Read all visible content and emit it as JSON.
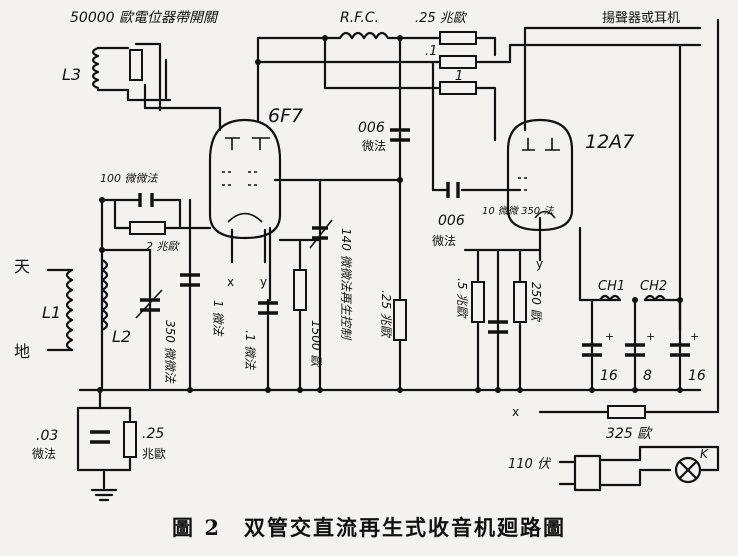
{
  "figure": {
    "caption": "圖 2　双管交直流再生式收音机廻路圖"
  },
  "labels": {
    "pot": "50000 歐電位器帶開關",
    "l3": "L3",
    "rfc": "R.F.C.",
    "r25_top": ".25 兆歐",
    "r_point1": ".1",
    "r_one": "1",
    "tube1": "6F7",
    "tube2": "12A7",
    "speaker": "揚聲器或耳机",
    "c100": "100 微微法",
    "r2m": "2 兆歐",
    "c006a_val": "006",
    "c006a_unit": "微法",
    "c006b_val": "006",
    "c006b_unit": "微法",
    "c10_350": "10 微微 350 法",
    "ant": "天",
    "gnd": "地",
    "l1": "L1",
    "l2": "L2",
    "c350": "350 微微法",
    "c1uf": "1 微法",
    "c01uf": ".1 微法",
    "r1500": "1500 歐",
    "c140": "140 微微法再生控制",
    "r25_mid": ".25 兆歐",
    "r5m": ".5 兆歐",
    "r250": "250 歐",
    "ch1": "CH1",
    "ch2": "CH2",
    "c16a": "16",
    "c8": "8",
    "c16b": "16",
    "c03_val": ".03",
    "c03_unit": "微法",
    "r25_bot": ".25",
    "r25_bot_unit": "兆歐",
    "r325": "325 歐",
    "line_v": "110 伏",
    "switch_k": "K",
    "heater_x": "x",
    "heater_y": "y",
    "plus": "+"
  }
}
